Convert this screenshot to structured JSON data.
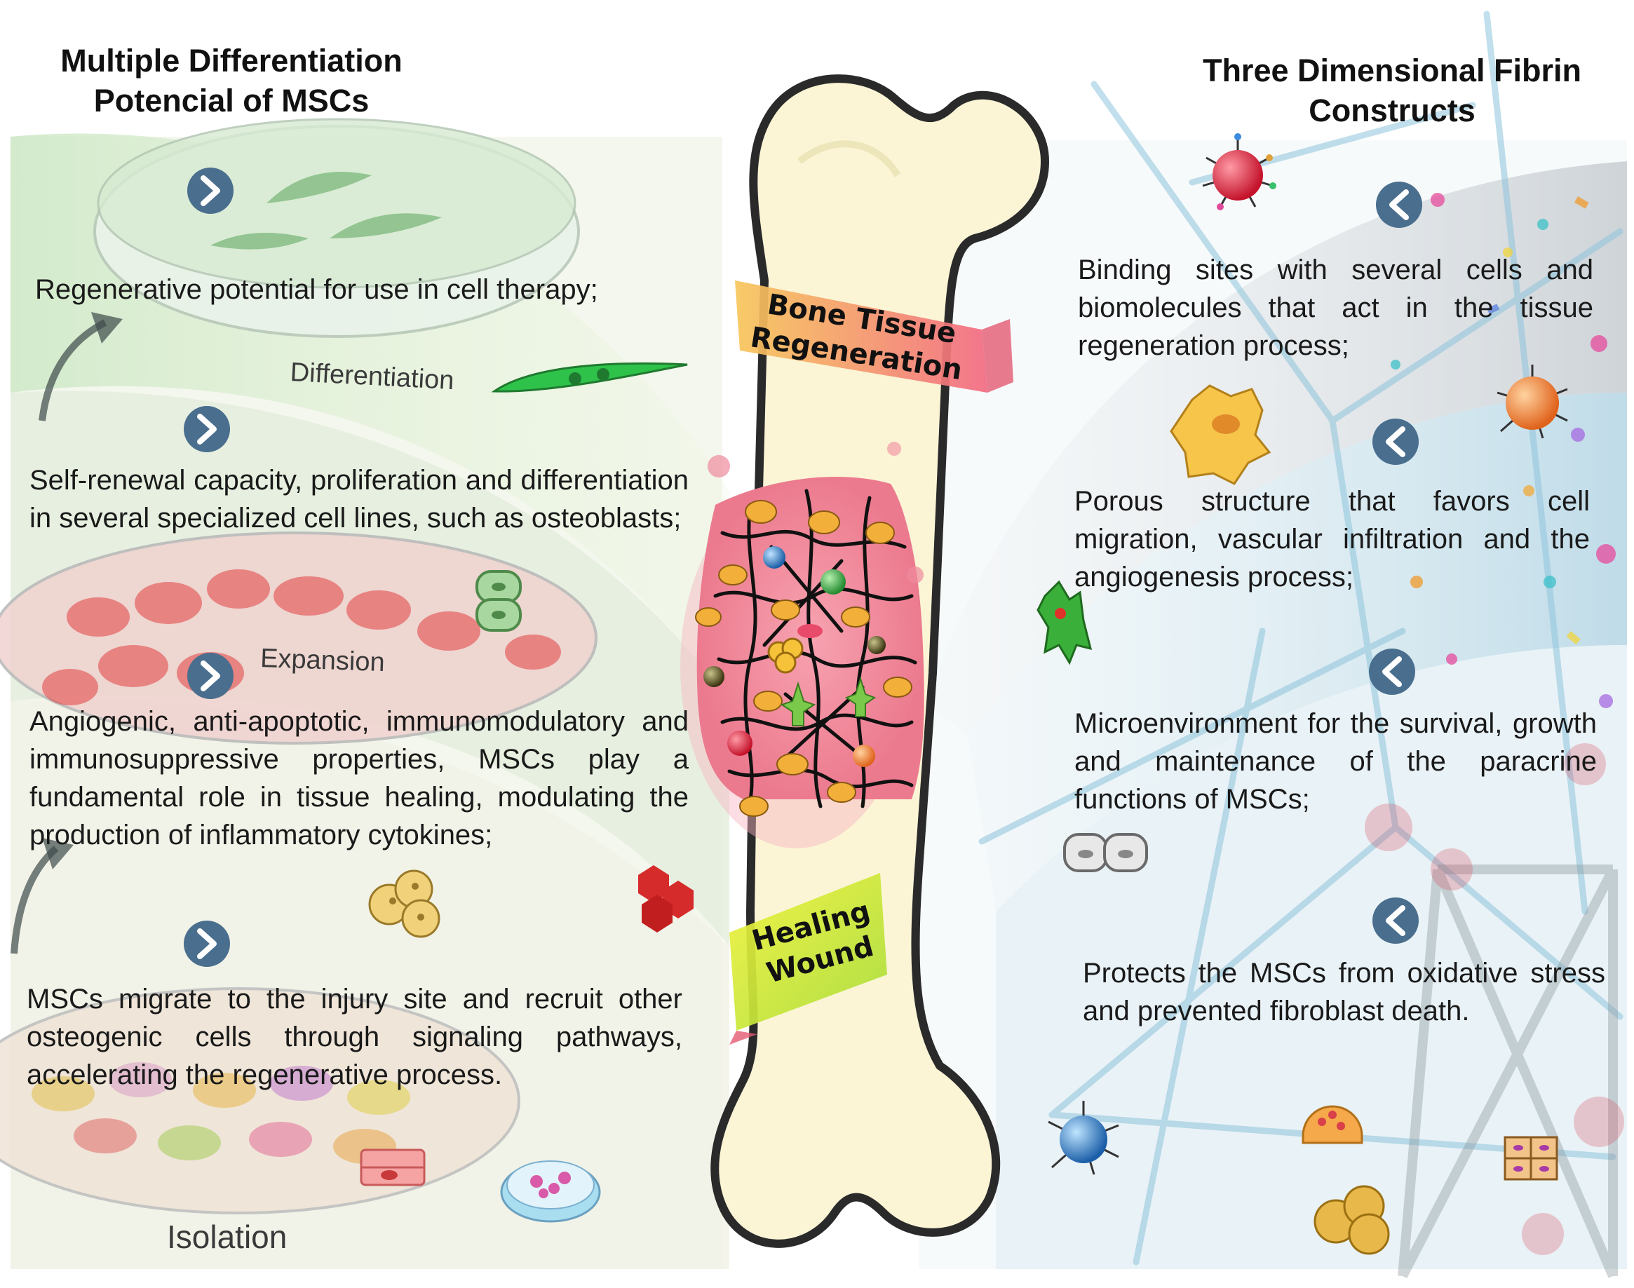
{
  "left_column": {
    "heading": "Multiple Differentiation Potencial of MSCs",
    "items": [
      "Regenerative potential for use in cell therapy;",
      "Self-renewal capacity, proliferation and differentiation in several specialized cell lines, such as osteoblasts;",
      "Angiogenic, anti-apoptotic, immunomodulatory and immunosuppressive properties, MSCs play a fundamental role in tissue healing, modulating the production of inflammatory cytokines;",
      "MSCs migrate to the injury site and recruit other osteogenic cells through signaling pathways, accelerating the regenerative process."
    ],
    "stage_labels": {
      "differentiation": "Differentiation",
      "expansion": "Expansion",
      "isolation": "Isolation"
    }
  },
  "right_column": {
    "heading": "Three Dimensional Fibrin Constructs",
    "items": [
      "Binding sites with several cells and biomolecules that act in the tissue regeneration process;",
      "Porous structure that favors cell migration, vascular infiltration and the angiogenesis process;",
      "Microenvironment for the survival, growth and maintenance of the paracrine functions of MSCs;",
      "Protects the MSCs from oxidative stress and prevented fibroblast death."
    ]
  },
  "center": {
    "ribbon_top": "Bone Tissue Regeneration",
    "ribbon_bottom": "Healing Wound"
  },
  "icons": {
    "chevron_right": "chevron-right-circle-icon",
    "chevron_left": "chevron-left-circle-icon"
  },
  "colors": {
    "chevron_fill": "#4a6e8e",
    "bone_fill": "#fbf5d6",
    "wound_pink": "#f08a9c",
    "ribbon_top_start": "#f7c65a",
    "ribbon_top_end": "#f26a82",
    "ribbon_bottom_start": "#f2f23a",
    "ribbon_bottom_end": "#a6dd3a"
  }
}
